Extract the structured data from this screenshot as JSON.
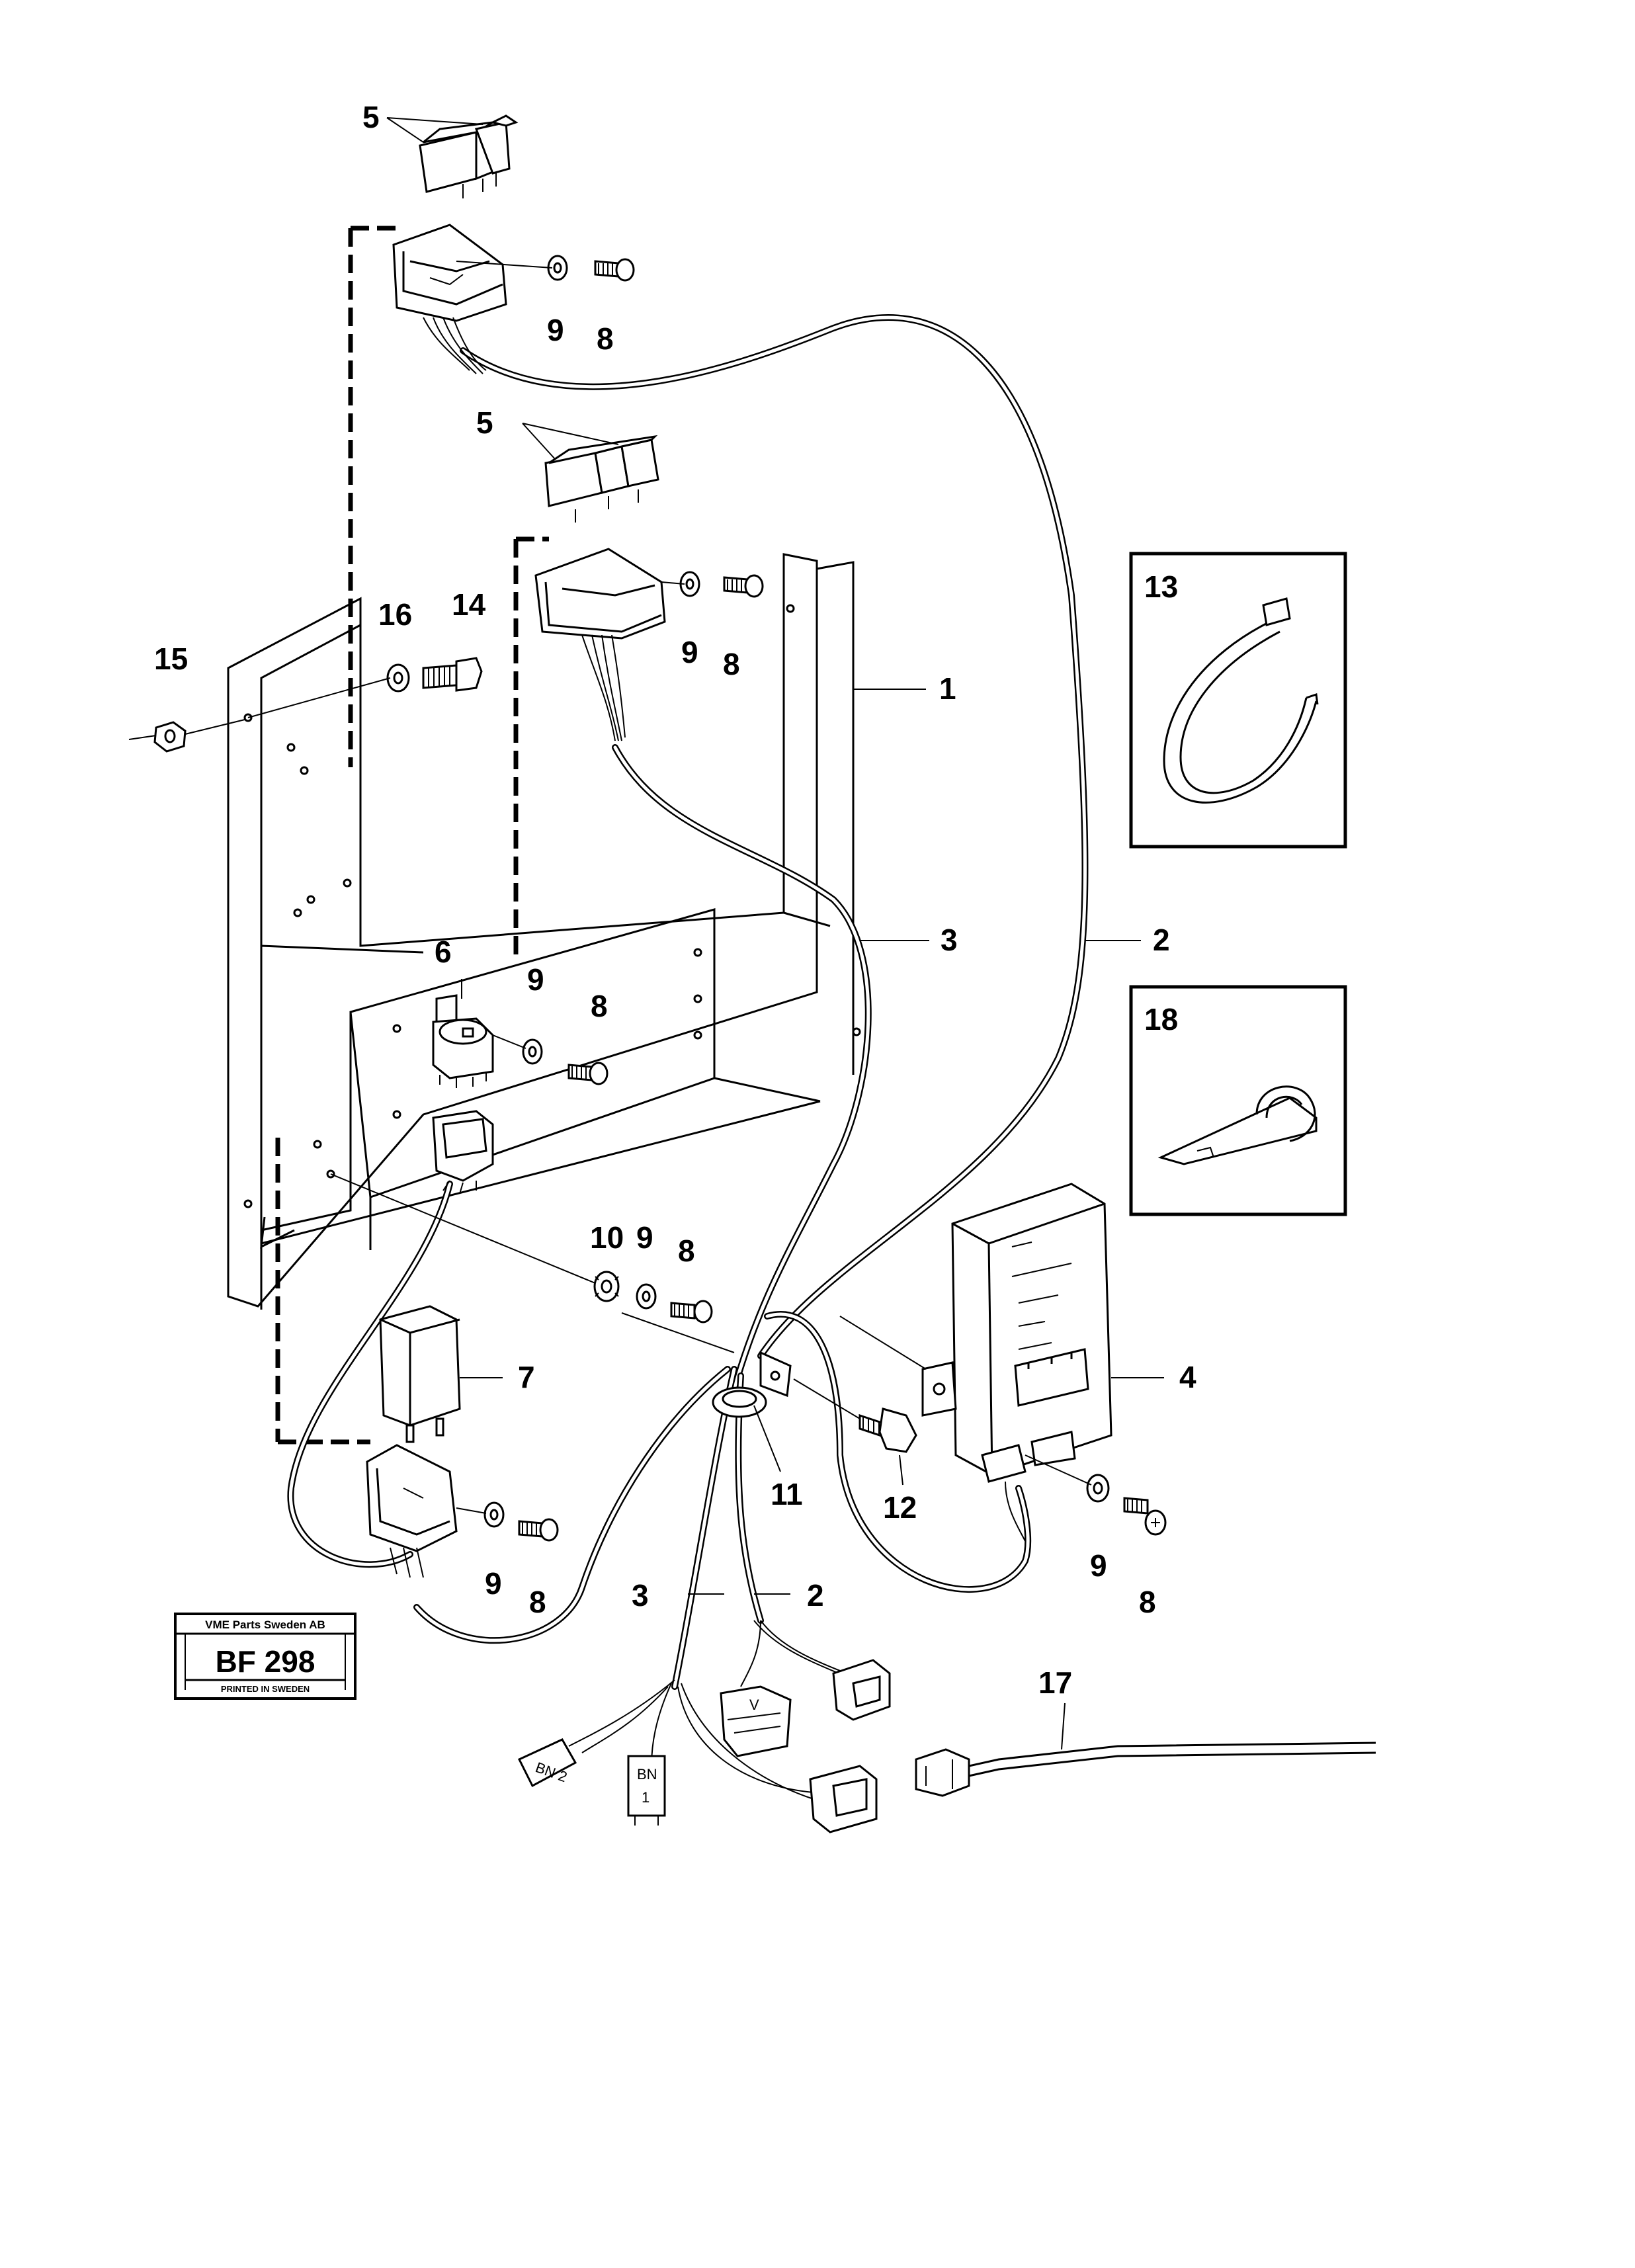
{
  "diagram": {
    "callouts": [
      {
        "id": "c5a",
        "text": "5"
      },
      {
        "id": "c9a",
        "text": "9"
      },
      {
        "id": "c8a",
        "text": "8"
      },
      {
        "id": "c5b",
        "text": "5"
      },
      {
        "id": "c16",
        "text": "16"
      },
      {
        "id": "c14",
        "text": "14"
      },
      {
        "id": "c15",
        "text": "15"
      },
      {
        "id": "c9b",
        "text": "9"
      },
      {
        "id": "c8b",
        "text": "8"
      },
      {
        "id": "c1",
        "text": "1"
      },
      {
        "id": "c3a",
        "text": "3"
      },
      {
        "id": "c2a",
        "text": "2"
      },
      {
        "id": "c6",
        "text": "6"
      },
      {
        "id": "c9c",
        "text": "9"
      },
      {
        "id": "c8c",
        "text": "8"
      },
      {
        "id": "c10",
        "text": "10"
      },
      {
        "id": "c9d",
        "text": "9"
      },
      {
        "id": "c8d",
        "text": "8"
      },
      {
        "id": "c7",
        "text": "7"
      },
      {
        "id": "c4",
        "text": "4"
      },
      {
        "id": "c11",
        "text": "11"
      },
      {
        "id": "c12",
        "text": "12"
      },
      {
        "id": "c9e",
        "text": "9"
      },
      {
        "id": "c8e",
        "text": "8"
      },
      {
        "id": "c9f",
        "text": "9"
      },
      {
        "id": "c8f",
        "text": "8"
      },
      {
        "id": "c3b",
        "text": "3"
      },
      {
        "id": "c2b",
        "text": "2"
      },
      {
        "id": "c17",
        "text": "17"
      }
    ],
    "insets": [
      {
        "id": "inset-13",
        "label": "13"
      },
      {
        "id": "inset-18",
        "label": "18"
      }
    ],
    "stamp": {
      "company": "VME Parts Sweden AB",
      "code": "BF 298",
      "printed": "PRINTED IN SWEDEN"
    },
    "connector_marks": {
      "bn2": "BN 2",
      "bn1a": "BN",
      "bn1b": "1",
      "v": "V"
    }
  }
}
